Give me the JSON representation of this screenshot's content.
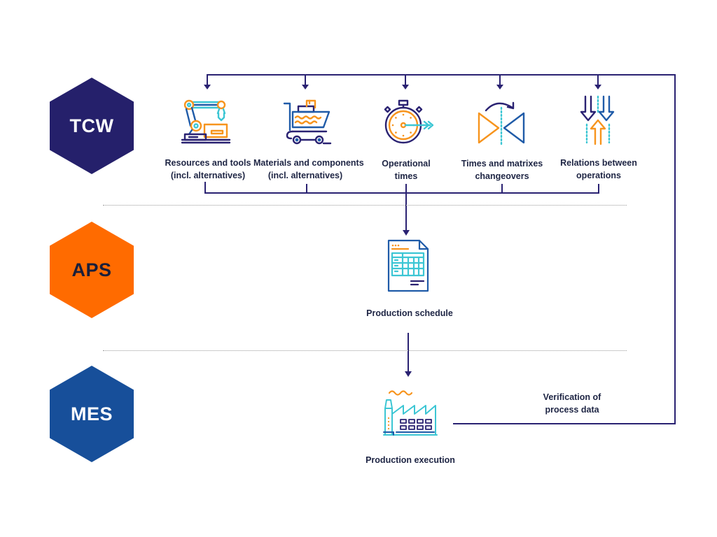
{
  "colors": {
    "line": "#2a2272",
    "tcw": "#25206b",
    "aps": "#ff6b00",
    "mes": "#174f9a",
    "orange": "#f7941d",
    "cyan": "#3cc6d4",
    "navy": "#2a2272",
    "blue": "#1f5ba8"
  },
  "layers": [
    {
      "id": "tcw",
      "label": "TCW",
      "text_color": "#ffffff"
    },
    {
      "id": "aps",
      "label": "APS",
      "text_color": "#1a1f3a"
    },
    {
      "id": "mes",
      "label": "MES",
      "text_color": "#ffffff"
    }
  ],
  "tcw_inputs": [
    {
      "icon": "robot-arm-icon",
      "line1": "Resources and tools",
      "line2": "(incl. alternatives)"
    },
    {
      "icon": "shopping-cart-icon",
      "line1": "Materials and components",
      "line2": "(incl. alternatives)"
    },
    {
      "icon": "stopwatch-icon",
      "line1": "Operational",
      "line2": "times"
    },
    {
      "icon": "changeover-icon",
      "line1": "Times and matrixes",
      "line2": "changeovers"
    },
    {
      "icon": "relations-arrows-icon",
      "line1": "Relations between",
      "line2": "operations"
    }
  ],
  "aps_output": {
    "icon": "schedule-document-icon",
    "label": "Production schedule"
  },
  "mes_output": {
    "icon": "factory-icon",
    "label": "Production execution"
  },
  "feedback": {
    "line1": "Verification of",
    "line2": "process data"
  }
}
